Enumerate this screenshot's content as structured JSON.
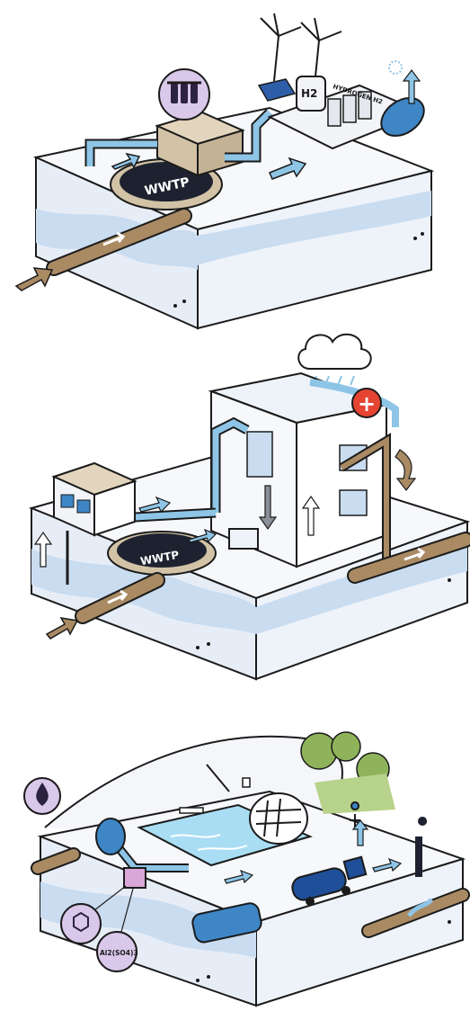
{
  "panel1": {
    "wwtp_label": "WWTP",
    "h2_label": "H2",
    "hydrogen_label": "HYDROGEN H2"
  },
  "panel2": {
    "wwtp_label": "WWTP",
    "cross_symbol": "+"
  },
  "panel3": {
    "chemical_label": "Al2(SO4)3"
  },
  "colors": {
    "ground_top": "#f7f8fb",
    "ground_side": "#e6edf7",
    "water_band": "#c9dcf0",
    "pipe_brown": "#a98a63",
    "pipe_blue": "#8ec5e6",
    "water_pool": "#a9ddf3",
    "tank_blue": "#3e86c6",
    "truck_blue": "#1f4f99",
    "tree_green": "#8fb35a",
    "outline": "#1b1b1b",
    "accent_red": "#e64432",
    "badge_purple": "#d9c8ea",
    "badge_dark": "#2c2340"
  }
}
